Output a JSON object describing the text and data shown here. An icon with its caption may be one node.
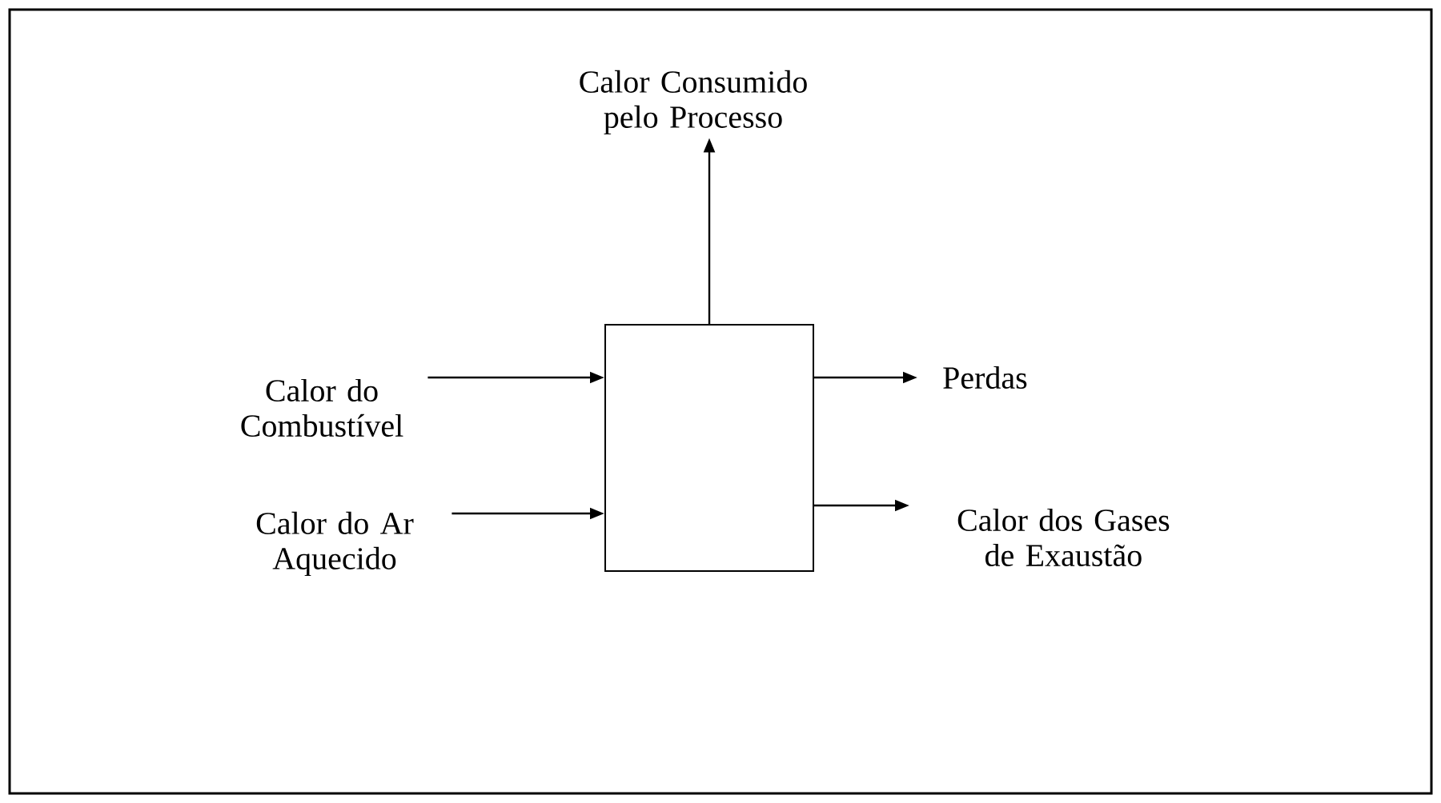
{
  "diagram": {
    "nodes": [
      {
        "text": [
          "Calor Consumido pelo Processo"
        ]
      },
      {
        "text": [
          "Calor do Combustível"
        ]
      },
      {
        "text": [],
        "shape": "box"
      },
      {
        "text": [
          "Perdas"
        ]
      },
      {
        "text": [
          "Calor do Ar Aquecido"
        ]
      },
      {
        "text": [
          "Calor dos Gases de Exaustão"
        ]
      }
    ],
    "edges": [
      {
        "from": 2,
        "to": 0,
        "arrow": "to"
      },
      {
        "from": 1,
        "to": 2,
        "arrow": "to"
      },
      {
        "from": 4,
        "to": 2,
        "arrow": "to"
      },
      {
        "from": 2,
        "to": 3,
        "arrow": "to"
      },
      {
        "from": 2,
        "to": 5,
        "arrow": "to"
      }
    ]
  }
}
